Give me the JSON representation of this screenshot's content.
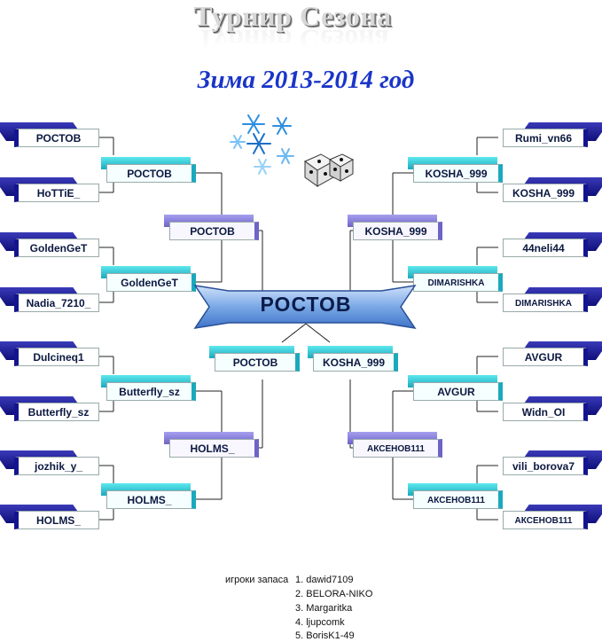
{
  "header": {
    "title": "Турнир Сезона",
    "season": "Зима 2013-2014 год"
  },
  "champion": "РОСТОВ",
  "bracket": {
    "left": {
      "round1": [
        "РОСТОВ",
        "HoTTiE_",
        "GoldenGeT",
        "Nadia_7210_",
        "Dulcineq1",
        "Butterfly_sz",
        "jozhik_y_",
        "HOLMS_"
      ],
      "round2": [
        "РОСТОВ",
        "GoldenGeT",
        "Butterfly_sz",
        "HOLMS_"
      ],
      "round3": [
        "РОСТОВ",
        "HOLMS_"
      ],
      "final": "РОСТОВ"
    },
    "right": {
      "round1": [
        "Rumi_vn66",
        "KOSHA_999",
        "44neli44",
        "DIMARISHKA",
        "AVGUR",
        "Widn_OI",
        "vili_borova7",
        "АКСЕНОВ111"
      ],
      "round2": [
        "KOSHA_999",
        "DIMARISHKA",
        "AVGUR",
        "АКСЕНОВ111"
      ],
      "round3": [
        "KOSHA_999",
        "АКСЕНОВ111"
      ],
      "final": "KOSHA_999"
    }
  },
  "reserve": {
    "title": "игроки запаса",
    "players": [
      "1. dawid7109",
      "2. BELORA-NIKO",
      "3. Margaritka",
      "4. ljupcomk",
      "5. BorisK1-49"
    ]
  },
  "colors": {
    "round1": "#141490",
    "round2": "#1aa9bd",
    "round3": "#6d63c8",
    "title_blue": "#1a35c8",
    "banner": "#5e90d8"
  },
  "icons": [
    "snowflakes-icon",
    "dice-icon"
  ]
}
